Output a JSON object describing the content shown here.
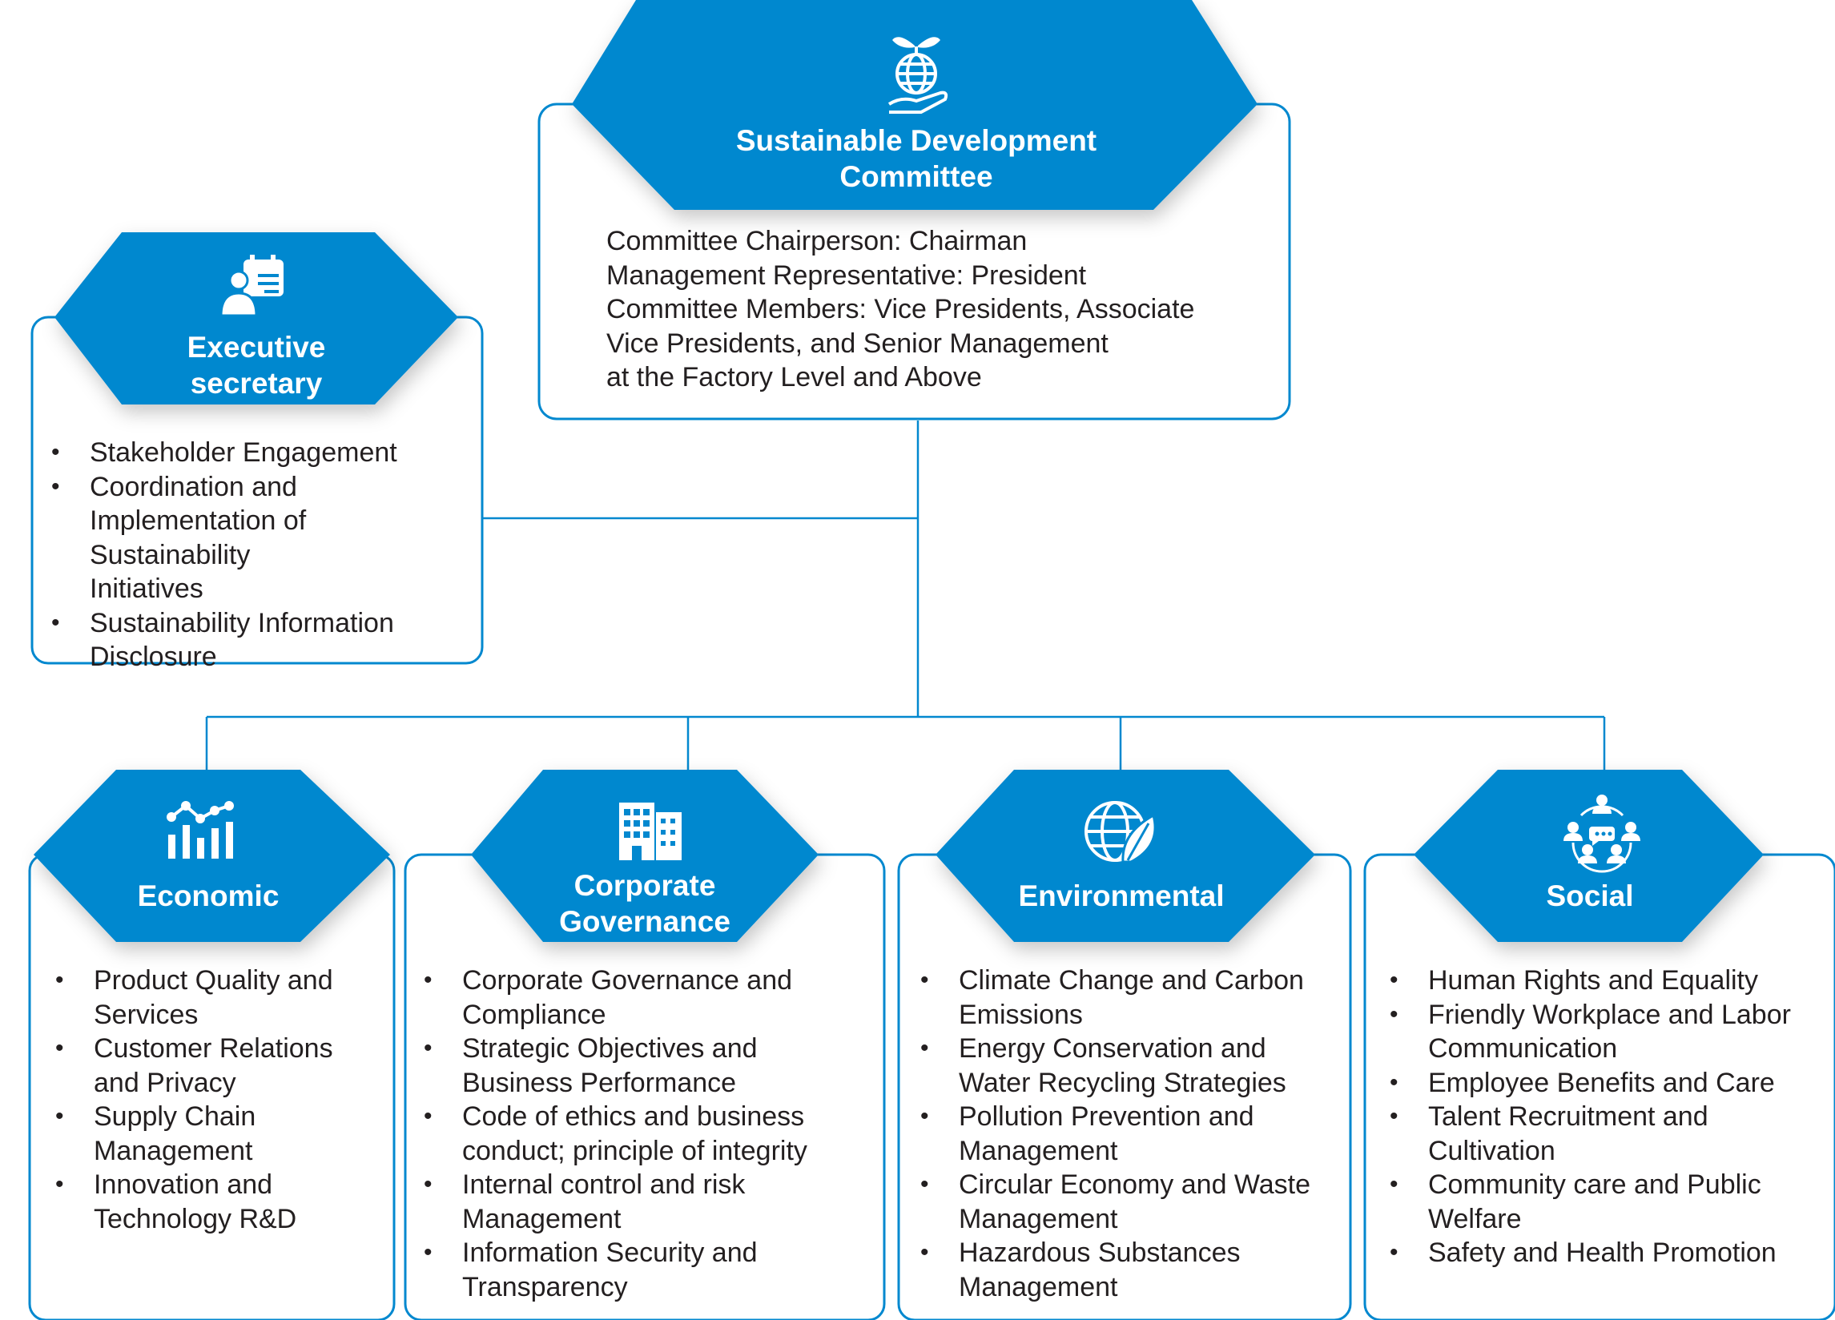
{
  "colors": {
    "primary": "#0288cf",
    "text": "#231f20",
    "background": "#ffffff"
  },
  "committee": {
    "title": "Sustainable Development Committee",
    "icon": "hand-globe-sprout-icon",
    "lines": [
      "Committee Chairperson: Chairman",
      "Management Representative: President",
      "Committee Members: Vice Presidents, Associate",
      "Vice Presidents, and Senior Management",
      "at the Factory Level and Above"
    ]
  },
  "secretary": {
    "title": "Executive secretary",
    "icon": "calendar-person-icon",
    "items": [
      "Stakeholder Engagement",
      "Coordination and Implementation of Sustainability Initiatives",
      "Sustainability Information Disclosure"
    ]
  },
  "pillars": [
    {
      "title": "Economic",
      "icon": "bar-chart-trend-icon",
      "items": [
        "Product Quality and Services",
        "Customer Relations and Privacy",
        "Supply Chain Management",
        "Innovation and Technology R&D"
      ]
    },
    {
      "title": "Corporate Governance",
      "icon": "buildings-icon",
      "items": [
        "Corporate Governance and Compliance",
        "Strategic Objectives and Business Performance",
        "Code of ethics and business conduct; principle of integrity",
        "Internal control and risk Management",
        "Information Security and Transparency"
      ]
    },
    {
      "title": "Environmental",
      "icon": "globe-leaf-icon",
      "items": [
        "Climate Change and Carbon Emissions",
        "Energy Conservation and Water Recycling Strategies",
        "Pollution Prevention and Management",
        "Circular Economy and Waste Management",
        "Hazardous Substances Management"
      ]
    },
    {
      "title": "Social",
      "icon": "community-people-icon",
      "items": [
        "Human Rights and Equality",
        "Friendly Workplace and Labor Communication",
        "Employee Benefits and Care",
        "Talent Recruitment and Cultivation",
        "Community care and Public Welfare",
        "Safety and Health Promotion"
      ]
    }
  ]
}
